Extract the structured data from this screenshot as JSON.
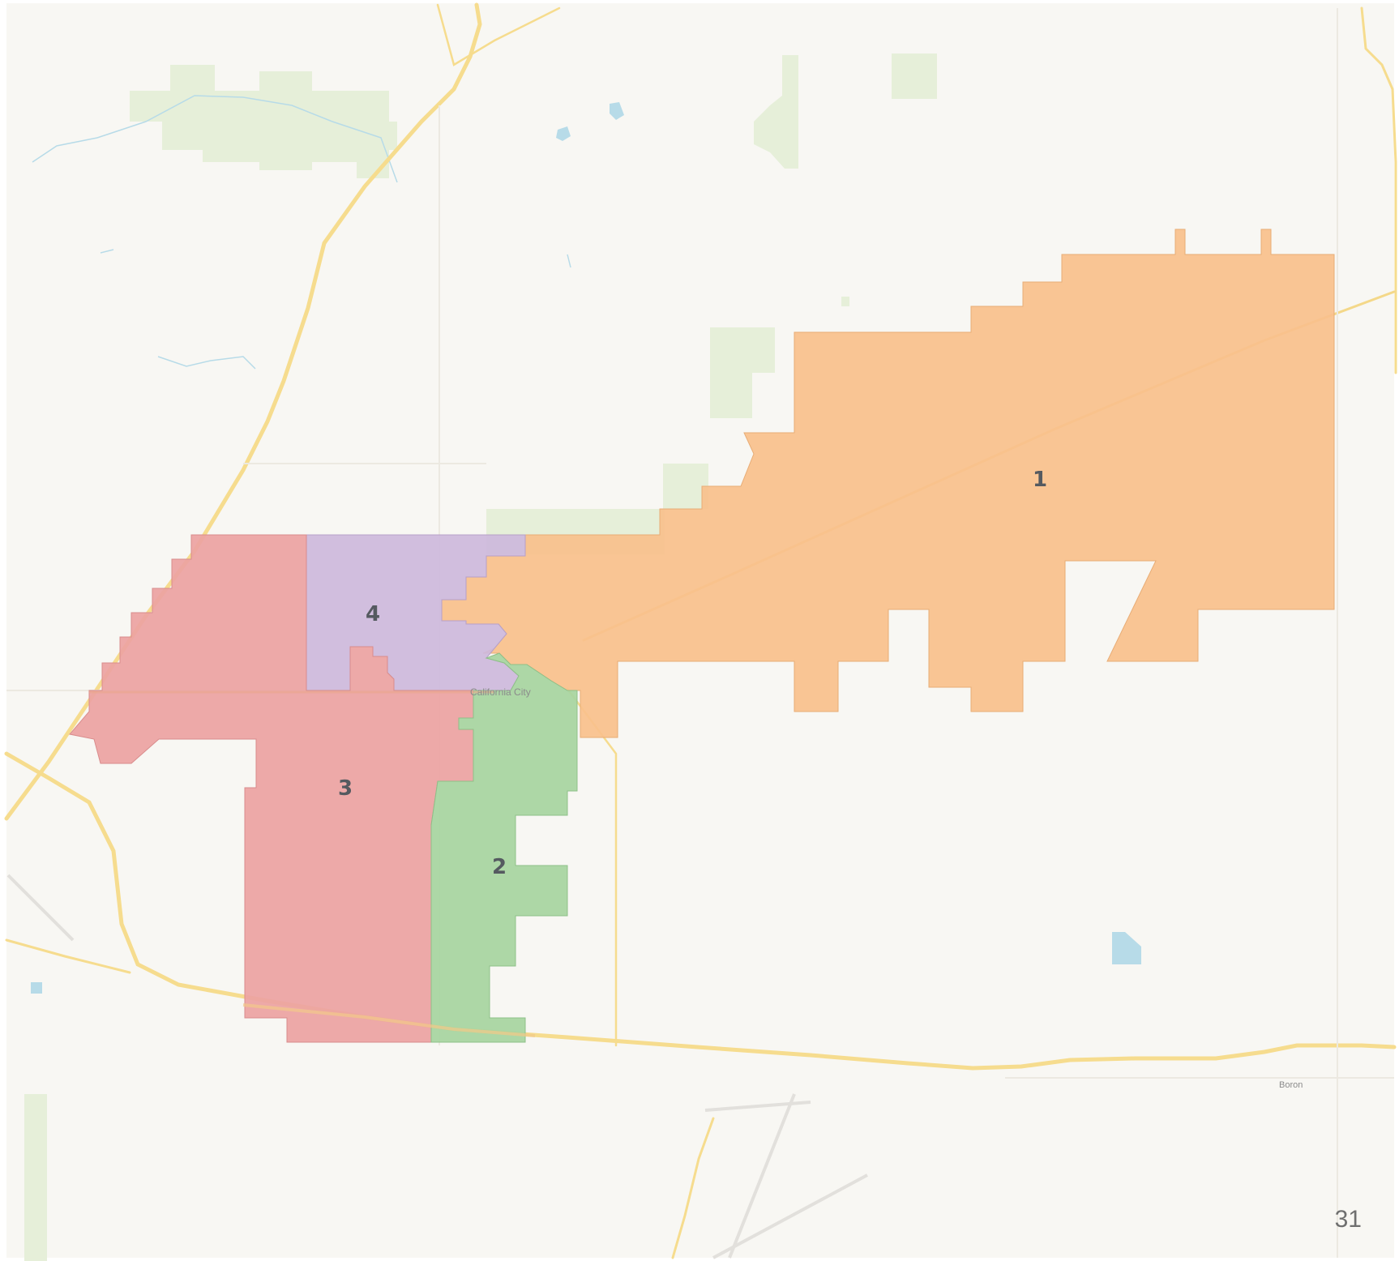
{
  "map": {
    "place_labels": {
      "california_city": "California City",
      "boron": "Boron"
    },
    "districts": [
      {
        "id": "district-1",
        "label": "1",
        "color": "#f9c08c"
      },
      {
        "id": "district-2",
        "label": "2",
        "color": "#a6d4a0"
      },
      {
        "id": "district-3",
        "label": "3",
        "color": "#eba2a2"
      },
      {
        "id": "district-4",
        "label": "4",
        "color": "#cdb8dc"
      }
    ],
    "colors": {
      "basemap": "#f8f7f3",
      "park": "#e6efd9",
      "road": "#f6dc8e",
      "water": "#b7dbe8"
    }
  },
  "page": {
    "number": "31"
  }
}
